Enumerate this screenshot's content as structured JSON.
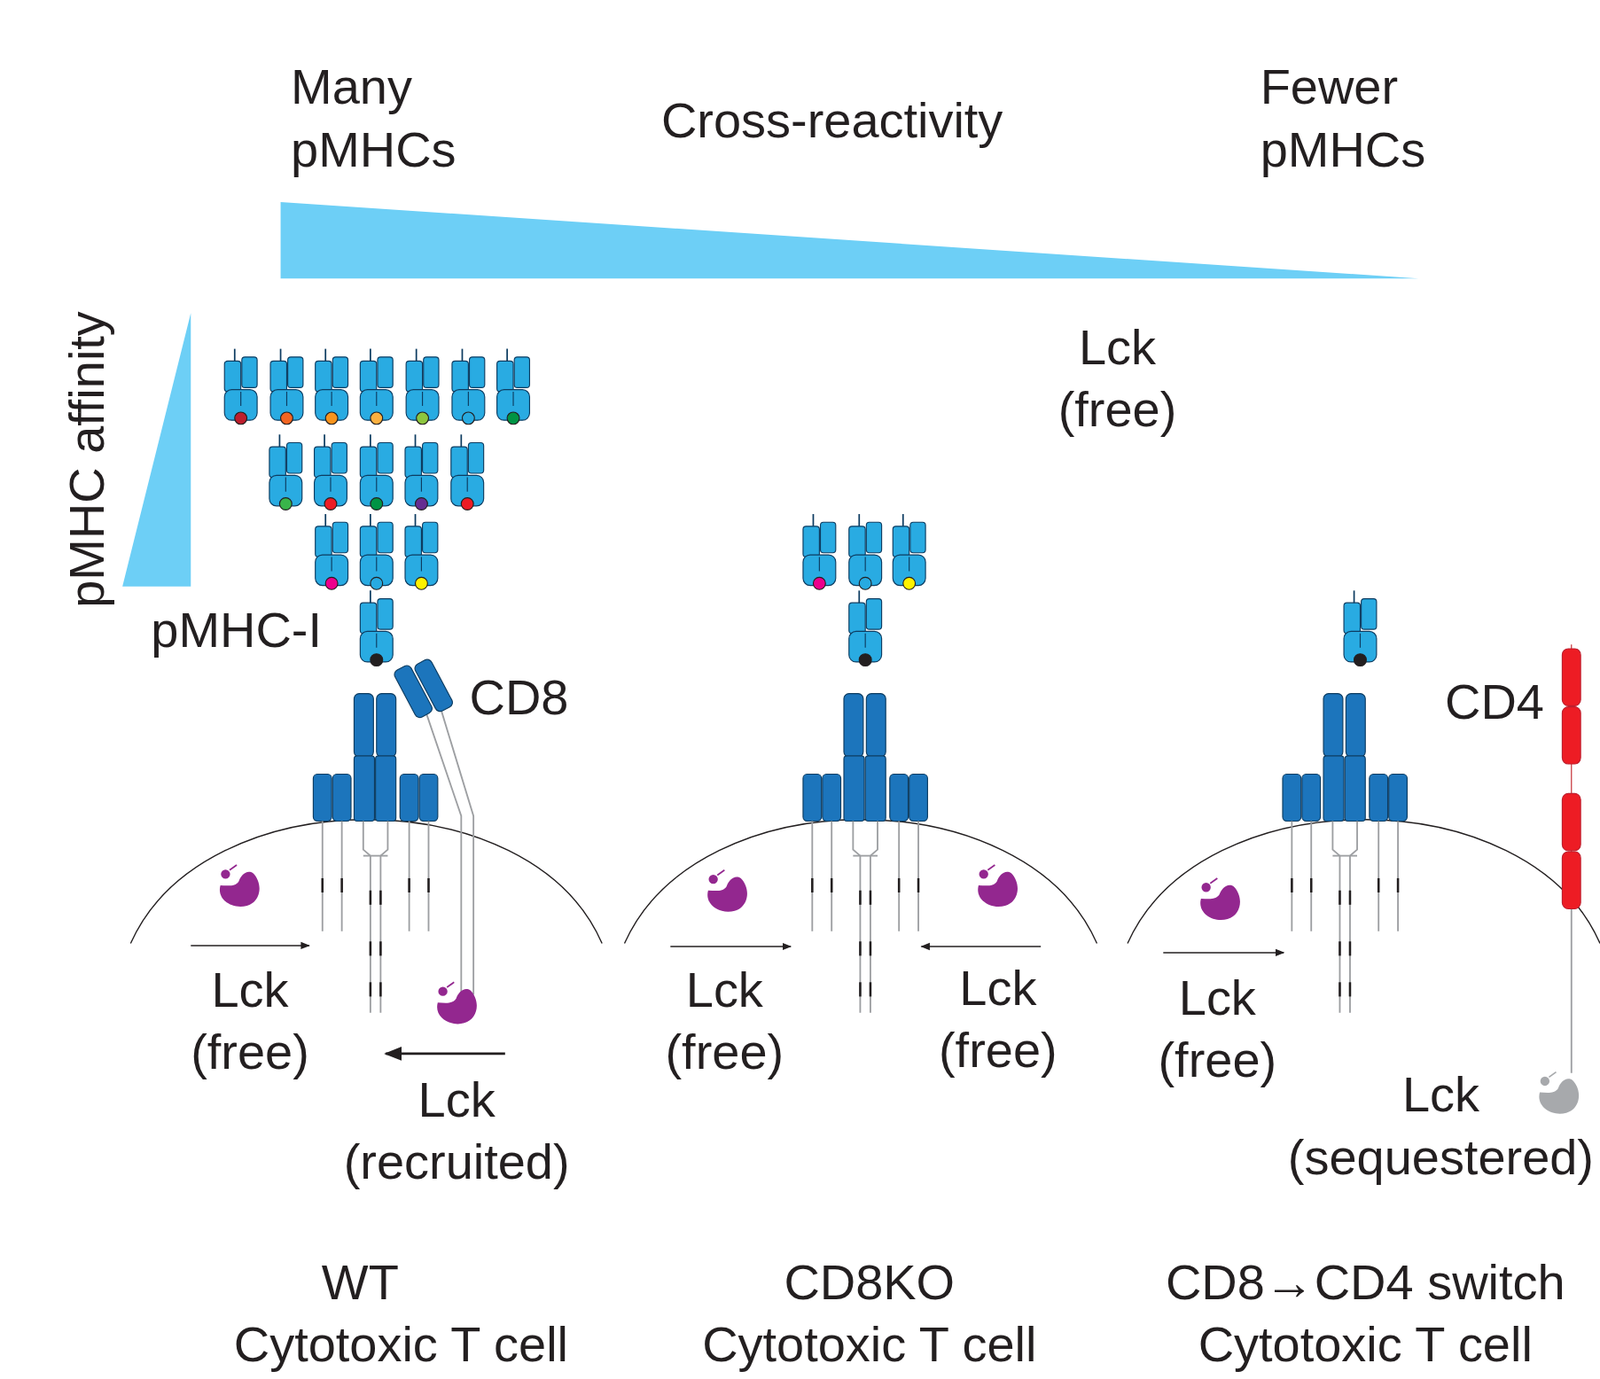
{
  "diagram": {
    "labels": [
      "Many pMHCs",
      "Cross-reactivity",
      "Fewer pMHCs",
      "pMHC affinity",
      "Lck (free)",
      "pMHC-I",
      "CD8",
      "CD4",
      "Lck (free)",
      "Lck (recruited)",
      "Lck (free)",
      "Lck (free)",
      "Lck (free)",
      "Lck (sequestered)",
      "WT Cytotoxic T cell",
      "CD8KO Cytotoxic T cell",
      "CD8→CD4 switch Cytotoxic T cell"
    ]
  }
}
